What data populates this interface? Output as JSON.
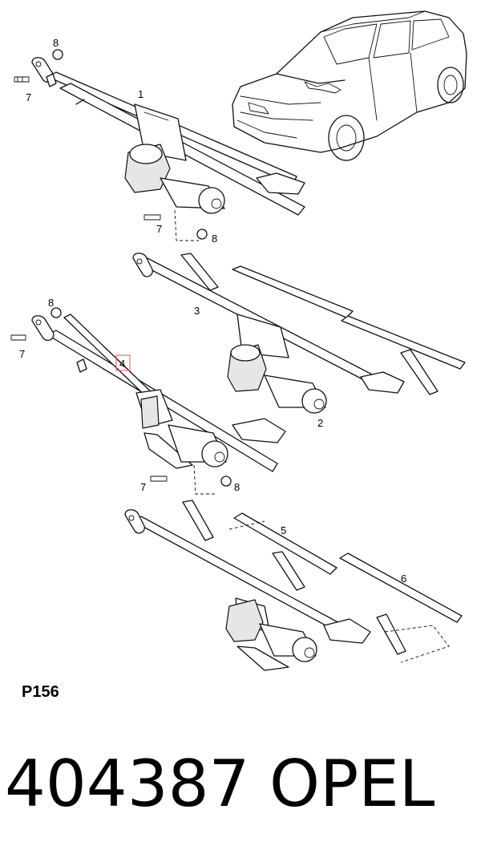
{
  "diagram": {
    "callouts": {
      "c1": "1",
      "c2": "2",
      "c3": "3",
      "c4": "4",
      "c5": "5",
      "c6": "6",
      "c7a": "7",
      "c7b": "7",
      "c7c": "7",
      "c7d": "7",
      "c8a": "8",
      "c8b": "8",
      "c8c": "8",
      "c8d": "8"
    },
    "highlight_color": "#e05555",
    "highlighted_callout": "4"
  },
  "footer": {
    "page_code": "P156",
    "part_number": "404387",
    "brand": "OPEL"
  }
}
